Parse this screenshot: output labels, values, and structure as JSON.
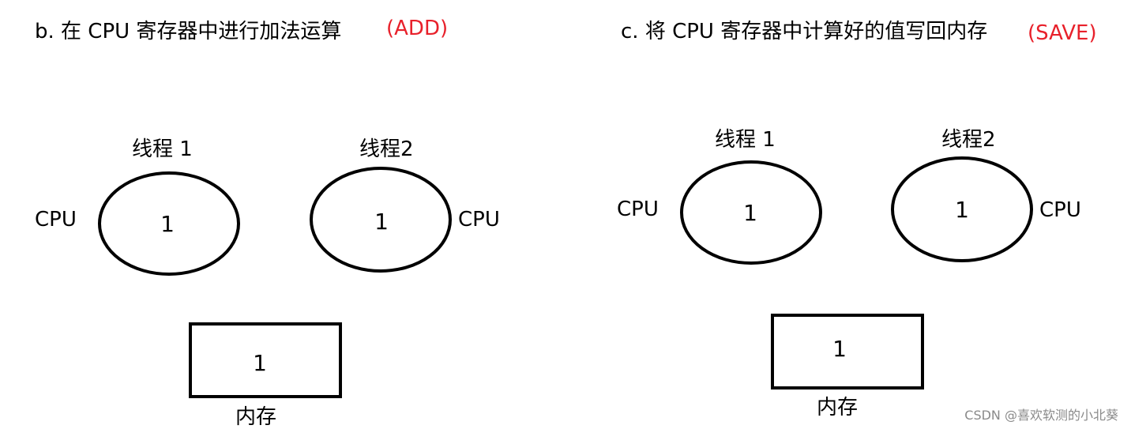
{
  "left_panel": {
    "heading": "b. 在 CPU 寄存器中进行加法运算",
    "operation": "(ADD)",
    "thread1": {
      "label": "线程 1",
      "cpu_label": "CPU",
      "value": "1"
    },
    "thread2": {
      "label": "线程2",
      "cpu_label": "CPU",
      "value": "1"
    },
    "memory": {
      "label": "内存",
      "value": "1"
    }
  },
  "right_panel": {
    "heading": "c. 将 CPU 寄存器中计算好的值写回内存",
    "operation": "(SAVE)",
    "thread1": {
      "label": "线程 1",
      "cpu_label": "CPU",
      "value": "1"
    },
    "thread2": {
      "label": "线程2",
      "cpu_label": "CPU",
      "value": "1"
    },
    "memory": {
      "label": "内存",
      "value": "1"
    }
  },
  "watermark": "CSDN @喜欢软测的小北葵",
  "colors": {
    "operation": "#e8212b",
    "text": "#000000",
    "watermark": "#8a8a8a"
  }
}
